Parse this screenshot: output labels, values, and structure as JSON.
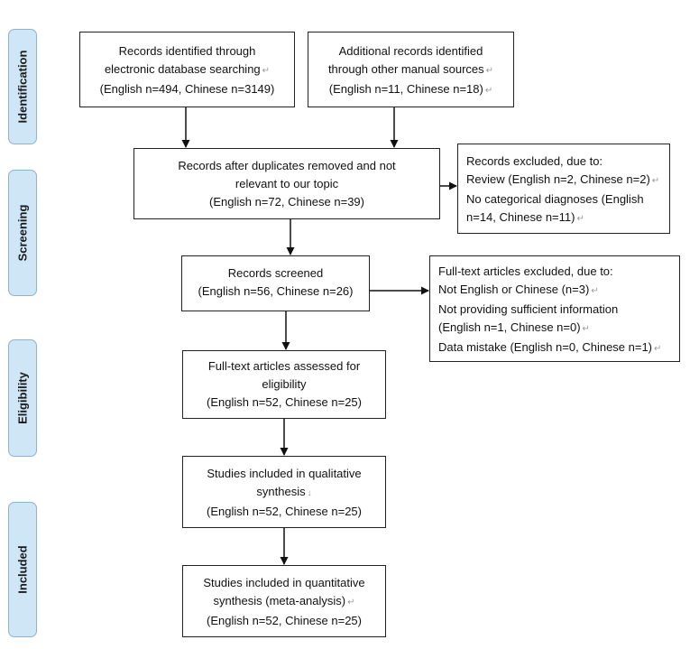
{
  "phases": {
    "identification": "Identification",
    "screening": "Screening",
    "eligibility": "Eligibility",
    "included": "Included"
  },
  "boxes": {
    "db_search": {
      "lines": [
        "Records identified through",
        "electronic database searching",
        "(English n=494, Chinese n=3149)"
      ],
      "marks": [
        "",
        "↵",
        ""
      ]
    },
    "manual_sources": {
      "lines": [
        "Additional records identified",
        "through other manual sources",
        "(English n=11, Chinese n=18)"
      ],
      "marks": [
        "",
        "↵",
        "↵"
      ]
    },
    "after_duplicates": {
      "lines": [
        "Records after duplicates removed and not",
        "relevant to our topic",
        "(English n=72, Chinese n=39)"
      ],
      "marks": [
        "",
        "",
        ""
      ]
    },
    "excluded_records": {
      "lines": [
        "Records excluded, due to:",
        "Review (English n=2, Chinese n=2)",
        "No categorical diagnoses (English",
        "n=14, Chinese n=11)"
      ],
      "marks": [
        "",
        "↵",
        "",
        "↵"
      ]
    },
    "screened": {
      "lines": [
        "Records screened",
        "(English n=56, Chinese n=26)"
      ],
      "marks": [
        "",
        ""
      ]
    },
    "fulltext_excluded": {
      "lines": [
        "Full-text articles excluded, due to:",
        "Not English or Chinese (n=3)",
        "Not providing sufficient information",
        " (English n=1, Chinese n=0)",
        "Data mistake (English n=0, Chinese n=1)"
      ],
      "marks": [
        "",
        "↵",
        "",
        "↵",
        "↵"
      ]
    },
    "fulltext_assessed": {
      "lines": [
        "Full-text articles assessed for",
        "eligibility",
        "(English n=52, Chinese n=25)"
      ],
      "marks": [
        "",
        "",
        ""
      ]
    },
    "qualitative": {
      "lines": [
        "Studies included in qualitative",
        "synthesis",
        "(English n=52, Chinese n=25)"
      ],
      "marks": [
        "",
        "↓",
        ""
      ]
    },
    "quantitative": {
      "lines": [
        "Studies included in quantitative",
        "synthesis (meta-analysis)",
        "(English n=52, Chinese n=25)"
      ],
      "marks": [
        "",
        "↵",
        ""
      ]
    }
  }
}
